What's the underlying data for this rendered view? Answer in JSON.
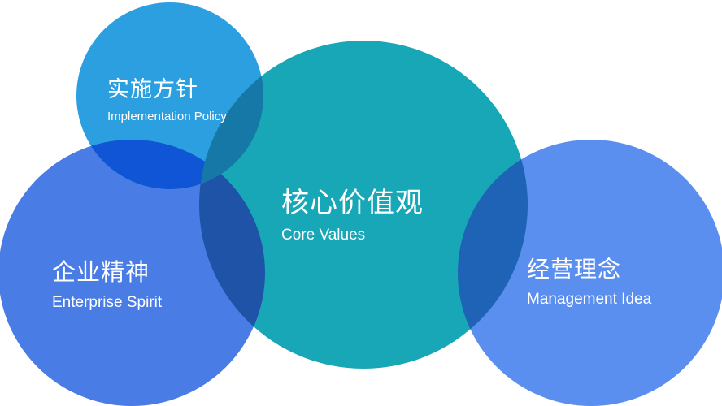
{
  "nodes": {
    "implementation": {
      "title_zh": "实施方针",
      "title_en": "Implementation Policy",
      "color": "#2c9fe1"
    },
    "core": {
      "title_zh": "核心价值观",
      "title_en": "Core Values",
      "color": "#18a7b7"
    },
    "enterprise": {
      "title_zh": "企业精神",
      "title_en": "Enterprise Spirit",
      "color": "#4a7ce6"
    },
    "management": {
      "title_zh": "经营理念",
      "title_en": "Management Idea",
      "color": "#5a8ff0"
    }
  },
  "overlap_colors": {
    "implementation_core": "#1578a6",
    "implementation_enterprise": "#0f55d6",
    "enterprise_core": "#1e53a8",
    "core_management": "#1f63b6"
  }
}
